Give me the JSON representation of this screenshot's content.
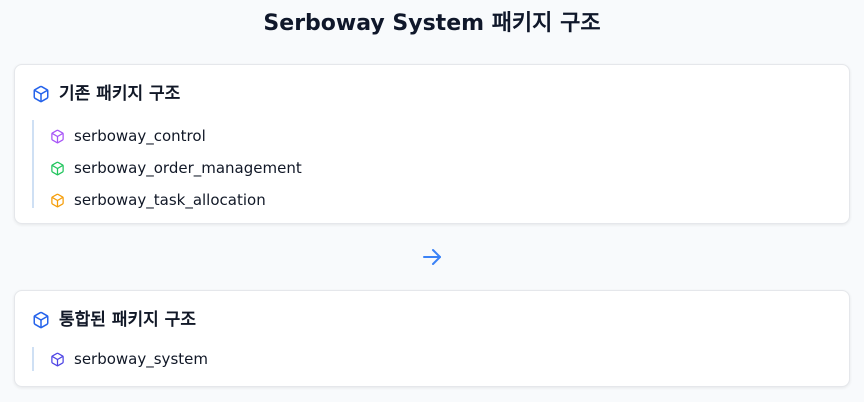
{
  "title": "Serboway System 패키지 구조",
  "original": {
    "heading": "기존 패키지 구조",
    "icon": "package-icon",
    "icon_color": "#2563eb",
    "packages": [
      {
        "name": "serboway_control",
        "icon": "package-icon",
        "color": "#a855f7"
      },
      {
        "name": "serboway_order_management",
        "icon": "package-icon",
        "color": "#22c55e"
      },
      {
        "name": "serboway_task_allocation",
        "icon": "package-icon",
        "color": "#f59e0b"
      }
    ]
  },
  "transition": {
    "icon": "arrow-right-icon",
    "color": "#3b82f6"
  },
  "merged": {
    "heading": "통합된 패키지 구조",
    "icon": "package-icon",
    "icon_color": "#2563eb",
    "packages": [
      {
        "name": "serboway_system",
        "icon": "package-icon",
        "color": "#4f46e5"
      }
    ]
  }
}
